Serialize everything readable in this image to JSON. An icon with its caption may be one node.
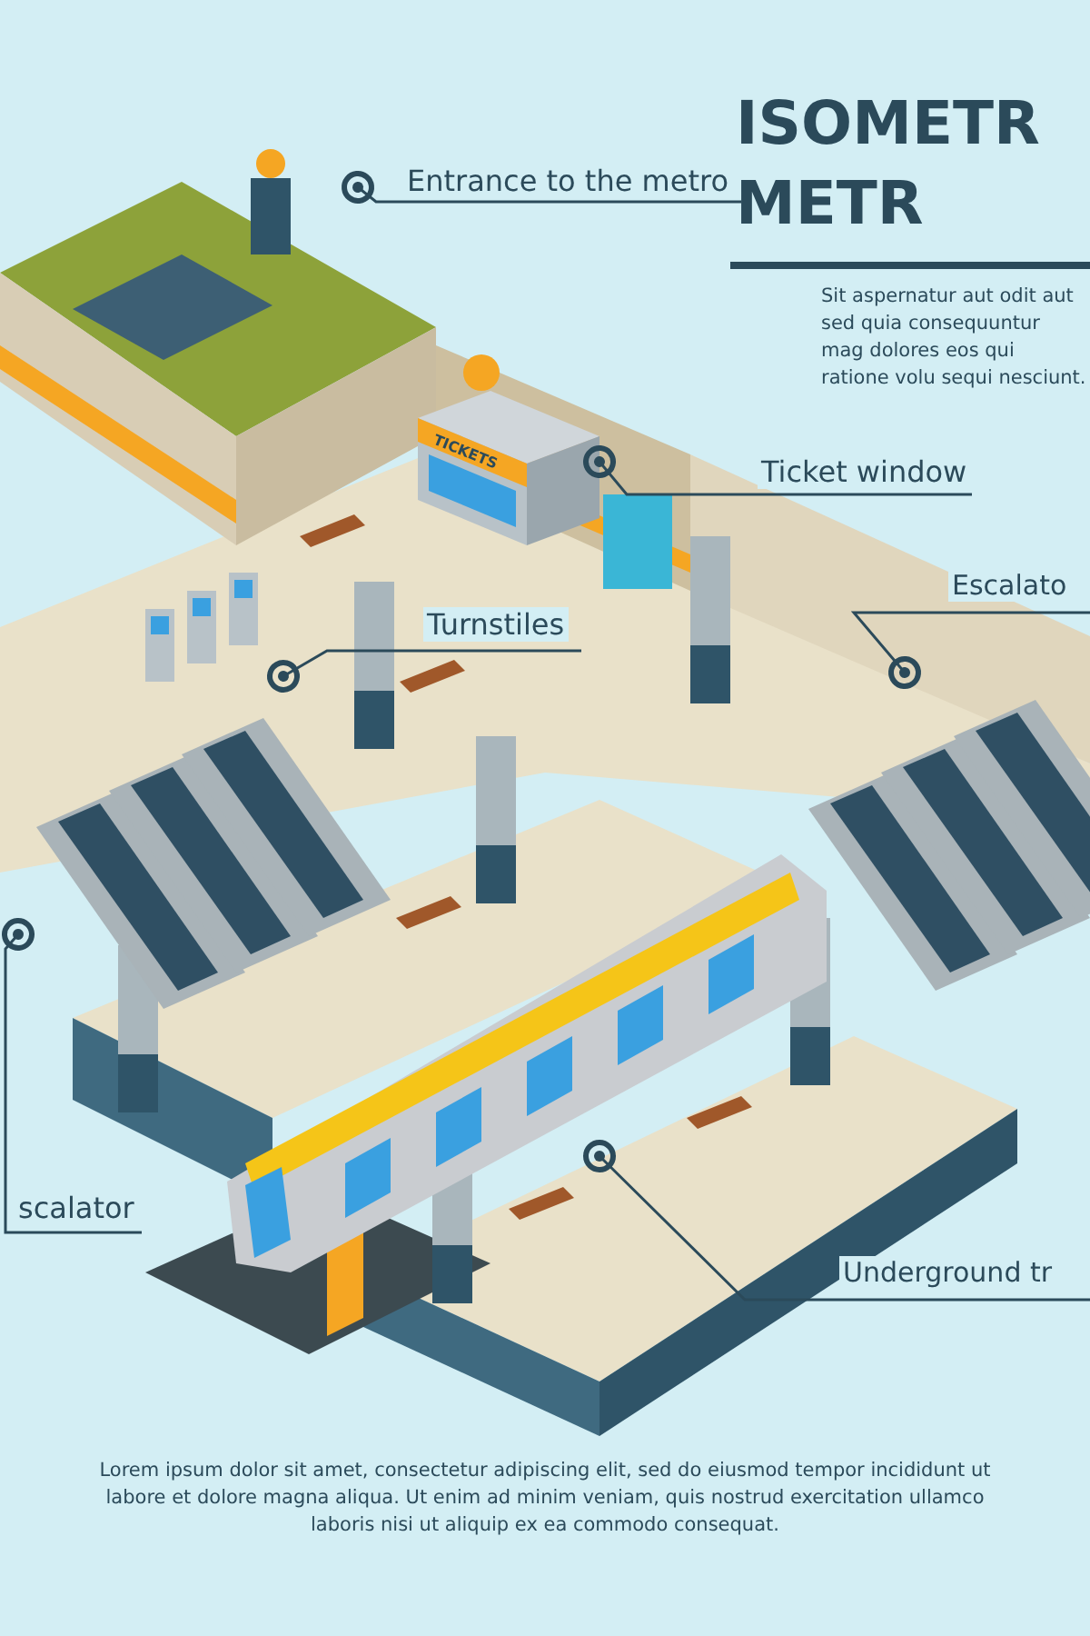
{
  "diagram": {
    "title": "ISOMETR METR",
    "caption": "Lorem ipsum dolor sit amet, consectetur adipiscing elit, sed do eiusmod tempor incididunt ut labore et dolore magna aliqua. Ut enim ad minim veniam, quis nostrud exercitation ullamco laboris nisi ut aliquip ex ea commodo consequat.",
    "nodes": [
      {
        "text": [
          "Entrance to the metro"
        ]
      },
      {
        "text": [],
        "shape": "picture"
      },
      {
        "text": [
          "Ticket window"
        ]
      },
      {
        "text": [],
        "shape": "picture"
      },
      {
        "text": [
          "Turnstiles"
        ]
      },
      {
        "text": [],
        "shape": "picture"
      },
      {
        "text": [
          "Escalato"
        ]
      },
      {
        "text": [],
        "shape": "picture"
      },
      {
        "text": [
          "scalator"
        ]
      },
      {
        "text": [],
        "shape": "picture"
      },
      {
        "text": [
          "Underground tr"
        ]
      },
      {
        "text": [],
        "shape": "picture"
      }
    ],
    "edges": [
      {
        "from": 0,
        "to": 1,
        "arrow": "other"
      },
      {
        "from": 2,
        "to": 3,
        "arrow": "other"
      },
      {
        "from": 4,
        "to": 5,
        "arrow": "other"
      },
      {
        "from": 6,
        "to": 7,
        "arrow": "other"
      },
      {
        "from": 8,
        "to": 9,
        "arrow": "other"
      },
      {
        "from": 10,
        "to": 11,
        "arrow": "other"
      }
    ],
    "labels": [
      "Sit aspernatur aut odit aut sed quia consequuntur mag dolores eos qui ratione volu sequi nesciunt.",
      "TICKETS"
    ]
  }
}
